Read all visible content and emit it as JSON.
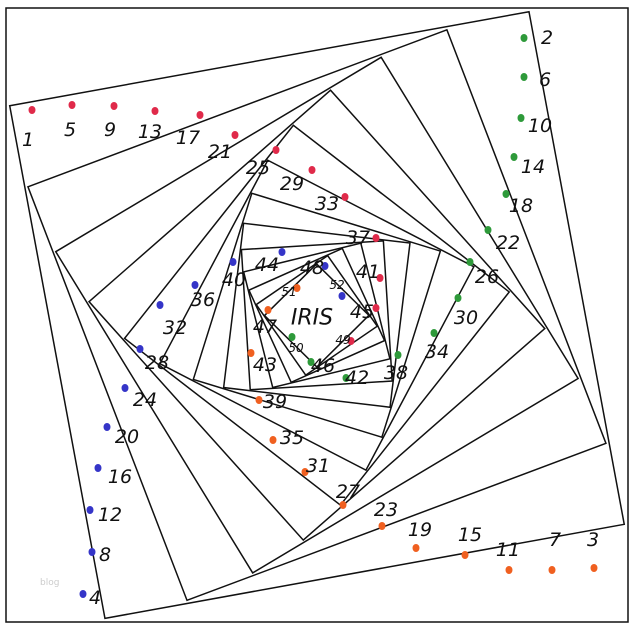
{
  "title": "IRIS",
  "watermark": "blog",
  "colors": {
    "red": "#e02a4a",
    "green": "#2e9a3a",
    "orange": "#f06020",
    "blue": "#3535c8"
  },
  "strips": [
    {
      "n": "1",
      "c": "red"
    },
    {
      "n": "2",
      "c": "green"
    },
    {
      "n": "3",
      "c": "orange"
    },
    {
      "n": "4",
      "c": "blue"
    },
    {
      "n": "5",
      "c": "red"
    },
    {
      "n": "6",
      "c": "green"
    },
    {
      "n": "7",
      "c": "orange"
    },
    {
      "n": "8",
      "c": "blue"
    },
    {
      "n": "9",
      "c": "red"
    },
    {
      "n": "10",
      "c": "green"
    },
    {
      "n": "11",
      "c": "orange"
    },
    {
      "n": "12",
      "c": "blue"
    },
    {
      "n": "13",
      "c": "red"
    },
    {
      "n": "14",
      "c": "green"
    },
    {
      "n": "15",
      "c": "orange"
    },
    {
      "n": "16",
      "c": "blue"
    },
    {
      "n": "17",
      "c": "red"
    },
    {
      "n": "18",
      "c": "green"
    },
    {
      "n": "19",
      "c": "orange"
    },
    {
      "n": "20",
      "c": "blue"
    },
    {
      "n": "21",
      "c": "red"
    },
    {
      "n": "22",
      "c": "green"
    },
    {
      "n": "23",
      "c": "orange"
    },
    {
      "n": "24",
      "c": "blue"
    },
    {
      "n": "25",
      "c": "red"
    },
    {
      "n": "26",
      "c": "green"
    },
    {
      "n": "27",
      "c": "orange"
    },
    {
      "n": "28",
      "c": "blue"
    },
    {
      "n": "29",
      "c": "red"
    },
    {
      "n": "30",
      "c": "green"
    },
    {
      "n": "31",
      "c": "orange"
    },
    {
      "n": "32",
      "c": "blue"
    },
    {
      "n": "33",
      "c": "red"
    },
    {
      "n": "34",
      "c": "green"
    },
    {
      "n": "35",
      "c": "orange"
    },
    {
      "n": "36",
      "c": "blue"
    },
    {
      "n": "37",
      "c": "red"
    },
    {
      "n": "38",
      "c": "green"
    },
    {
      "n": "39",
      "c": "orange"
    },
    {
      "n": "40",
      "c": "blue"
    },
    {
      "n": "41",
      "c": "red"
    },
    {
      "n": "42",
      "c": "green"
    },
    {
      "n": "43",
      "c": "orange"
    },
    {
      "n": "44",
      "c": "blue"
    },
    {
      "n": "45",
      "c": "red"
    },
    {
      "n": "46",
      "c": "green"
    },
    {
      "n": "47",
      "c": "orange"
    },
    {
      "n": "48",
      "c": "blue"
    },
    {
      "n": "49",
      "c": "red"
    },
    {
      "n": "50",
      "c": "green"
    },
    {
      "n": "51",
      "c": "orange"
    },
    {
      "n": "52",
      "c": "blue"
    }
  ]
}
